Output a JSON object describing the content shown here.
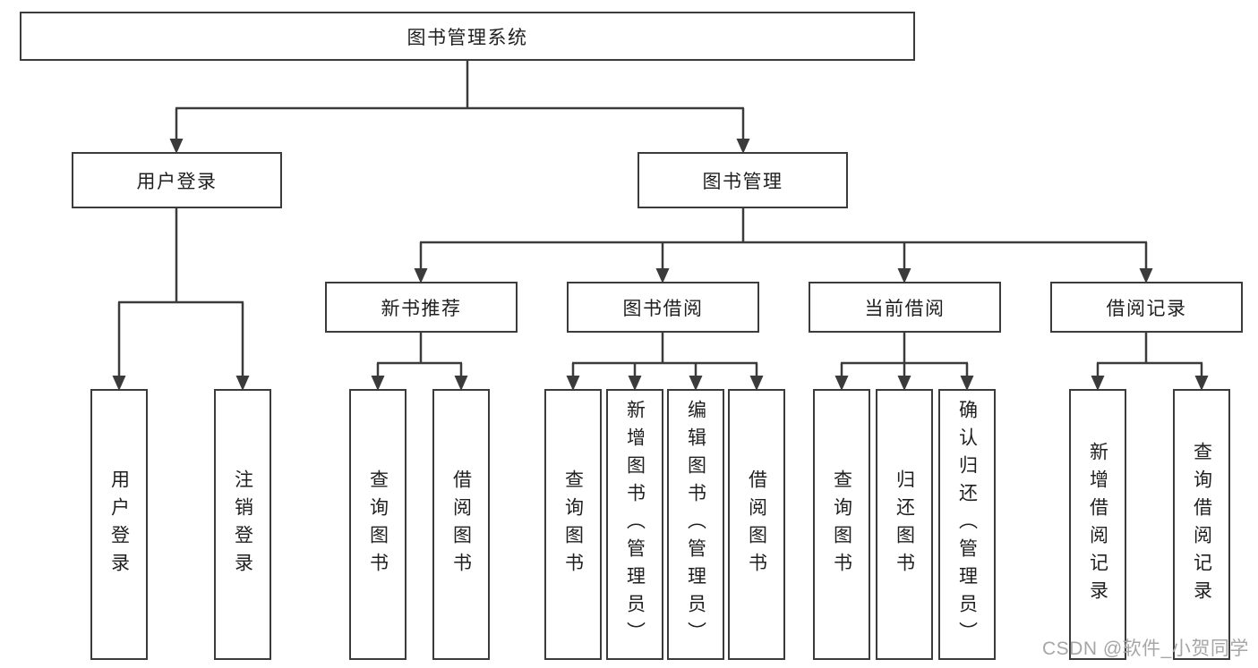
{
  "tree": {
    "root": {
      "label": "图书管理系统"
    },
    "branches": [
      {
        "label": "用户登录",
        "children": [
          {
            "label": "用户登录"
          },
          {
            "label": "注销登录"
          }
        ]
      },
      {
        "label": "图书管理",
        "children": [
          {
            "label": "新书推荐",
            "children": [
              {
                "label": "查询图书"
              },
              {
                "label": "借阅图书"
              }
            ]
          },
          {
            "label": "图书借阅",
            "children": [
              {
                "label": "查询图书"
              },
              {
                "label": "新增图书（管理员）"
              },
              {
                "label": "编辑图书（管理员）"
              },
              {
                "label": "借阅图书"
              }
            ]
          },
          {
            "label": "当前借阅",
            "children": [
              {
                "label": "查询图书"
              },
              {
                "label": "归还图书"
              },
              {
                "label": "确认归还（管理员）"
              }
            ]
          },
          {
            "label": "借阅记录",
            "children": [
              {
                "label": "新增借阅记录"
              },
              {
                "label": "查询借阅记录"
              }
            ]
          }
        ]
      }
    ]
  },
  "watermark": {
    "text": "CSDN @软件_小贺同学"
  },
  "colors": {
    "line": "#3b3b3b",
    "box_border": "#3b3b3b",
    "text": "#1f1f1f",
    "watermark": "#a6a6a6",
    "background": "#ffffff"
  }
}
